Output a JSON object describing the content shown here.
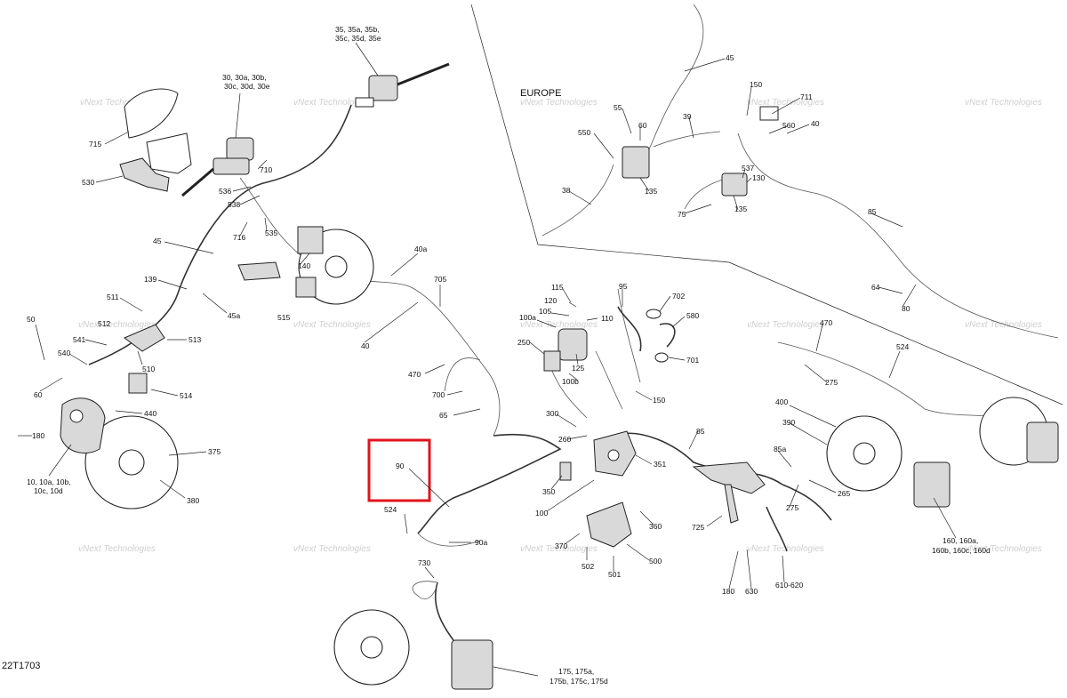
{
  "diagram": {
    "drawing_code": "22T1703",
    "inset_region": "EUROPE",
    "watermark": "vNext Technologies",
    "highlight_color": "#e0141c",
    "labels": {
      "l715": "715",
      "l530": "530",
      "l30": "30, 30a, 30b,",
      "l30b": "30c, 30d, 30e",
      "l35": "35, 35a, 35b,",
      "l35b": "35c, 35d, 35e",
      "l710": "710",
      "l536": "536",
      "l538": "538",
      "l716": "716",
      "l535": "535",
      "l45": "45",
      "l139": "139",
      "l45a": "45a",
      "l511": "511",
      "l512": "512",
      "l50": "50",
      "l541": "541",
      "l513": "513",
      "l540": "540",
      "l510": "510",
      "l60": "60",
      "l514": "514",
      "l440": "440",
      "l180": "180",
      "l375": "375",
      "l10": "10, 10a, 10b,",
      "l10b": "10c, 10d",
      "l380": "380",
      "l140": "140",
      "l515": "515",
      "l40a": "40a",
      "l705": "705",
      "l40": "40",
      "l470": "470",
      "l700": "700",
      "l65": "65",
      "l90": "90",
      "l524": "524",
      "l90a": "90a",
      "l730": "730",
      "l175": "175, 175a,",
      "l175b": "175b, 175c, 175d",
      "l115": "115",
      "l120": "120",
      "l105": "105",
      "l100a": "100a",
      "l110": "110",
      "l250": "250",
      "l125": "125",
      "l100b": "100b",
      "l95": "95",
      "l702": "702",
      "l580": "580",
      "l701": "701",
      "l150": "150",
      "l300": "300",
      "l260": "260",
      "l351": "351",
      "l350": "350",
      "l100": "100",
      "l85": "85",
      "l370": "370",
      "l502": "502",
      "l360": "360",
      "l500": "500",
      "l501": "501",
      "l725": "725",
      "l85a": "85a",
      "l265": "265",
      "l275": "275",
      "l180b": "180",
      "l630": "630",
      "l610": "610-620",
      "r470": "470",
      "r524": "524",
      "r275": "275",
      "r400": "400",
      "r390": "390",
      "r160": "160, 160a,",
      "r160b": "160b, 160c, 160d",
      "e45": "45",
      "e150": "150",
      "e711": "711",
      "e55": "55",
      "e60": "60",
      "e39": "39",
      "e40": "40",
      "e550": "550",
      "e560": "560",
      "e537": "537",
      "e130": "130",
      "e38": "38",
      "e135a": "135",
      "e135b": "135",
      "e75": "75",
      "e85": "85",
      "e64": "64",
      "e80": "80"
    }
  }
}
